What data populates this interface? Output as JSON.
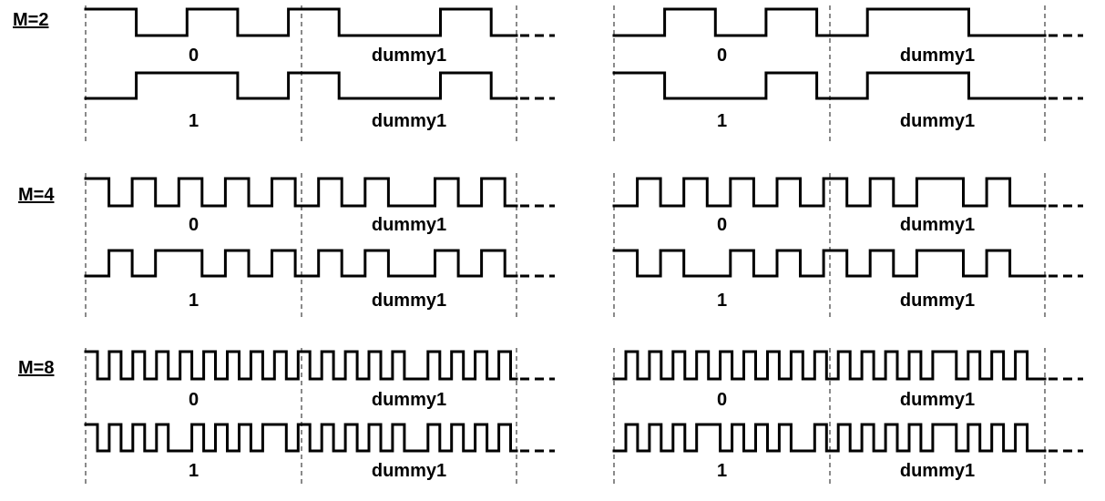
{
  "diagram": {
    "groups": [
      {
        "m_label": "M=2",
        "panels": [
          {
            "rows": [
              {
                "levels": [
                  1,
                  0,
                  1,
                  0,
                  1,
                  0,
                  0,
                  1,
                  0
                ],
                "bit_label": "0",
                "dummy_label": "dummy1"
              },
              {
                "levels": [
                  0,
                  1,
                  1,
                  0,
                  1,
                  0,
                  0,
                  1,
                  0
                ],
                "bit_label": "1",
                "dummy_label": "dummy1"
              }
            ]
          },
          {
            "rows": [
              {
                "levels": [
                  0,
                  1,
                  0,
                  1,
                  0,
                  1,
                  1,
                  0,
                  0
                ],
                "bit_label": "0",
                "dummy_label": "dummy1"
              },
              {
                "levels": [
                  1,
                  0,
                  0,
                  1,
                  0,
                  1,
                  1,
                  0,
                  0
                ],
                "bit_label": "1",
                "dummy_label": "dummy1"
              }
            ]
          }
        ]
      },
      {
        "m_label": "M=4",
        "panels": [
          {
            "rows": [
              {
                "levels": [
                  1,
                  0,
                  1,
                  0,
                  1,
                  0,
                  1,
                  0,
                  1,
                  0,
                  1,
                  0,
                  1,
                  0,
                  0,
                  1,
                  0,
                  1,
                  0
                ],
                "bit_label": "0",
                "dummy_label": "dummy1"
              },
              {
                "levels": [
                  0,
                  1,
                  0,
                  1,
                  1,
                  0,
                  1,
                  0,
                  1,
                  0,
                  1,
                  0,
                  1,
                  0,
                  0,
                  1,
                  0,
                  1,
                  0
                ],
                "bit_label": "1",
                "dummy_label": "dummy1"
              }
            ]
          },
          {
            "rows": [
              {
                "levels": [
                  0,
                  1,
                  0,
                  1,
                  0,
                  1,
                  0,
                  1,
                  0,
                  1,
                  0,
                  1,
                  0,
                  1,
                  1,
                  0,
                  1,
                  0,
                  0
                ],
                "bit_label": "0",
                "dummy_label": "dummy1"
              },
              {
                "levels": [
                  1,
                  0,
                  1,
                  0,
                  0,
                  1,
                  0,
                  1,
                  0,
                  1,
                  0,
                  1,
                  0,
                  1,
                  1,
                  0,
                  1,
                  0,
                  0
                ],
                "bit_label": "1",
                "dummy_label": "dummy1"
              }
            ]
          }
        ]
      },
      {
        "m_label": "M=8",
        "panels": [
          {
            "rows": [
              {
                "levels": [
                  1,
                  0,
                  1,
                  0,
                  1,
                  0,
                  1,
                  0,
                  1,
                  0,
                  1,
                  0,
                  1,
                  0,
                  1,
                  0,
                  1,
                  0,
                  1,
                  0,
                  1,
                  0,
                  1,
                  0,
                  1,
                  0,
                  1,
                  0,
                  0,
                  1,
                  0,
                  1,
                  0,
                  1,
                  0,
                  1,
                  0
                ],
                "bit_label": "0",
                "dummy_label": "dummy1"
              },
              {
                "levels": [
                  1,
                  0,
                  1,
                  0,
                  1,
                  0,
                  1,
                  0,
                  0,
                  1,
                  0,
                  1,
                  0,
                  1,
                  0,
                  1,
                  1,
                  0,
                  1,
                  0,
                  1,
                  0,
                  1,
                  0,
                  1,
                  0,
                  1,
                  0,
                  0,
                  1,
                  0,
                  1,
                  0,
                  1,
                  0,
                  1,
                  0
                ],
                "bit_label": "1",
                "dummy_label": "dummy1"
              }
            ]
          },
          {
            "rows": [
              {
                "levels": [
                  0,
                  1,
                  0,
                  1,
                  0,
                  1,
                  0,
                  1,
                  0,
                  1,
                  0,
                  1,
                  0,
                  1,
                  0,
                  1,
                  0,
                  1,
                  0,
                  1,
                  0,
                  1,
                  0,
                  1,
                  0,
                  1,
                  0,
                  1,
                  1,
                  0,
                  1,
                  0,
                  1,
                  0,
                  1,
                  0,
                  0
                ],
                "bit_label": "0",
                "dummy_label": "dummy1"
              },
              {
                "levels": [
                  0,
                  1,
                  0,
                  1,
                  0,
                  1,
                  0,
                  1,
                  1,
                  0,
                  1,
                  0,
                  1,
                  0,
                  1,
                  0,
                  0,
                  1,
                  0,
                  1,
                  0,
                  1,
                  0,
                  1,
                  0,
                  1,
                  0,
                  1,
                  1,
                  0,
                  1,
                  0,
                  1,
                  0,
                  1,
                  0,
                  0
                ],
                "bit_label": "1",
                "dummy_label": "dummy1"
              }
            ]
          }
        ]
      }
    ]
  }
}
